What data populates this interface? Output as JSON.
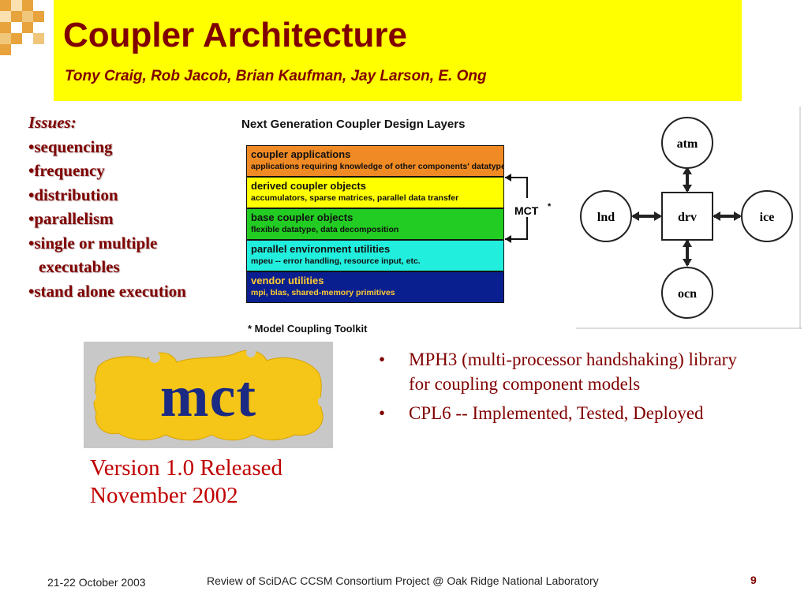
{
  "colors": {
    "title_band": "#ffff00",
    "title_text": "#800000",
    "release_text": "#c00000",
    "corner_square_orange": "#e8a33c",
    "corner_square_tan": "#f0c67a"
  },
  "header": {
    "title": "Coupler Architecture",
    "authors": "Tony Craig, Rob Jacob, Brian Kaufman, Jay Larson, E. Ong"
  },
  "issues": {
    "heading": "Issues:",
    "items": [
      "•sequencing",
      "•frequency",
      "•distribution",
      "•parallelism",
      "•single or multiple",
      "executables",
      "•stand alone execution"
    ]
  },
  "layer_diagram": {
    "title": "Next Generation Coupler Design Layers",
    "layers": [
      {
        "name": "coupler applications",
        "desc": "applications requiring knowledge of other components' datatypes",
        "color": "#f08a24",
        "text_color": "#111111"
      },
      {
        "name": "derived coupler objects",
        "desc": "accumulators, sparse matrices, parallel data transfer",
        "color": "#ffff00",
        "text_color": "#111111"
      },
      {
        "name": "base coupler objects",
        "desc": "flexible datatype, data decomposition",
        "color": "#22cc22",
        "text_color": "#111111"
      },
      {
        "name": "parallel environment utilities",
        "desc": "mpeu -- error handling, resource input, etc.",
        "color": "#22eedd",
        "text_color": "#111111"
      },
      {
        "name": "vendor utilities",
        "desc": "mpi, blas, shared-memory primitives",
        "color": "#0a1f8f",
        "text_color": "#ffcc33"
      }
    ],
    "bracket_label": "MCT",
    "bracket_star": "*",
    "footnote": "* Model Coupling Toolkit"
  },
  "component_graph": {
    "center": "drv",
    "nodes": [
      "atm",
      "lnd",
      "ice",
      "ocn"
    ]
  },
  "logo": {
    "text": "mct",
    "puzzle_color": "#f5c518"
  },
  "release": {
    "line1": "Version 1.0 Released",
    "line2": "November 2002"
  },
  "bullets": [
    "MPH3 (multi-processor handshaking) library for coupling component models",
    "CPL6 -- Implemented, Tested, Deployed"
  ],
  "footer": {
    "date": "21-22 October 2003",
    "review": "Review of SciDAC CCSM Consortium Project @ Oak Ridge National Laboratory",
    "page": "9"
  }
}
